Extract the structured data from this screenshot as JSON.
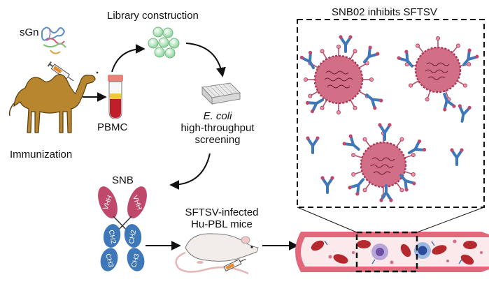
{
  "labels": {
    "sgn": "sGn",
    "library_construction": "Library construction",
    "pbmc": "PBMC",
    "immunization": "Immunization",
    "ecoli": "E. coli",
    "high_throughput": "high-throughput",
    "screening": "screening",
    "snb": "SNB",
    "vhh": "VHH",
    "ch2": "CH2",
    "ch3": "CH3",
    "sftsv_infected": "SFTSV-infected",
    "hu_pbl_mice": "Hu-PBL mice",
    "inset_title": "SNB02 inhibits SFTSV"
  },
  "colors": {
    "camel": "#B8862E",
    "virus": "#D26E86",
    "virus_dark": "#A93A5A",
    "antibody_blue": "#3F78B8",
    "antibody_pink": "#C0496B",
    "blood_vessel": "#E3677A",
    "rbc": "#B5282E",
    "library_bead": "#8BD39A"
  }
}
